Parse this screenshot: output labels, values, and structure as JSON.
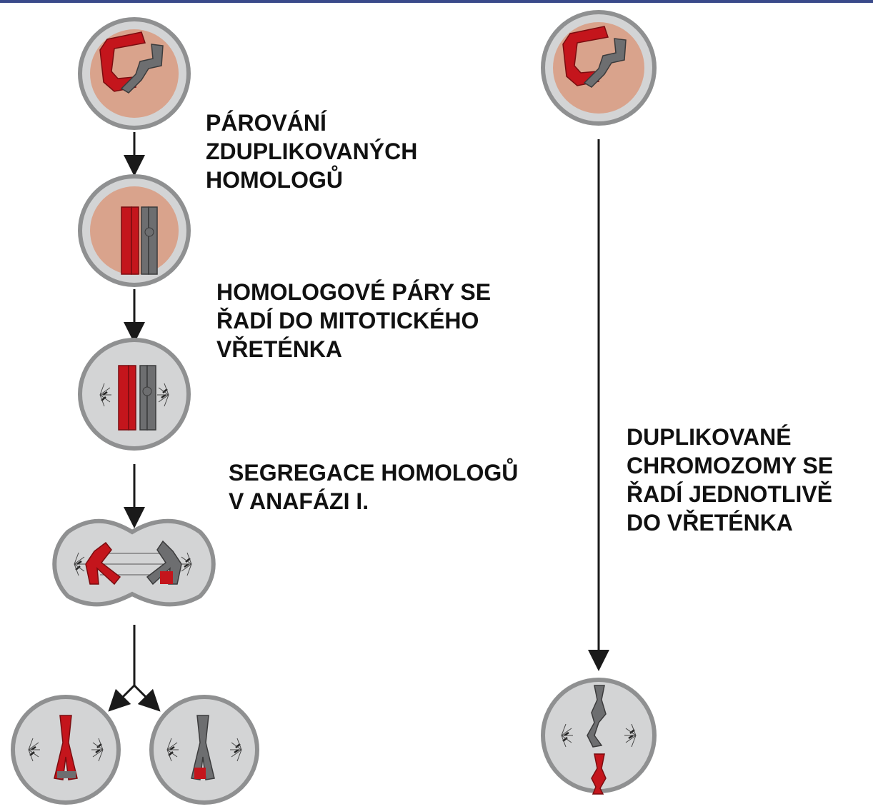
{
  "labels": {
    "pairing": [
      "PÁROVÁNÍ",
      "ZDUPLIKOVANÝCH",
      "HOMOLOGŮ"
    ],
    "align": [
      "HOMOLOGOVÉ PÁRY SE",
      "ŘADÍ DO MITOTICKÉHO",
      "VŘETÉNKA"
    ],
    "segregation": [
      "SEGREGACE HOMOLOGŮ",
      "V ANAFÁZI I."
    ],
    "mitosis": [
      "DUPLIKOVANÉ",
      "CHROMOZOMY SE",
      "ŘADÍ JEDNOTLIVĚ",
      "DO VŘETÉNKA"
    ]
  },
  "colors": {
    "cell_outer": "#8f9091",
    "cell_inner": "#d3d4d5",
    "nucleus": "#d9a38c",
    "chromosome_red": "#c4151c",
    "chromosome_grey": "#6d6e70",
    "arrow": "#1a1a1a",
    "top_rule": "#3a4a8a"
  }
}
